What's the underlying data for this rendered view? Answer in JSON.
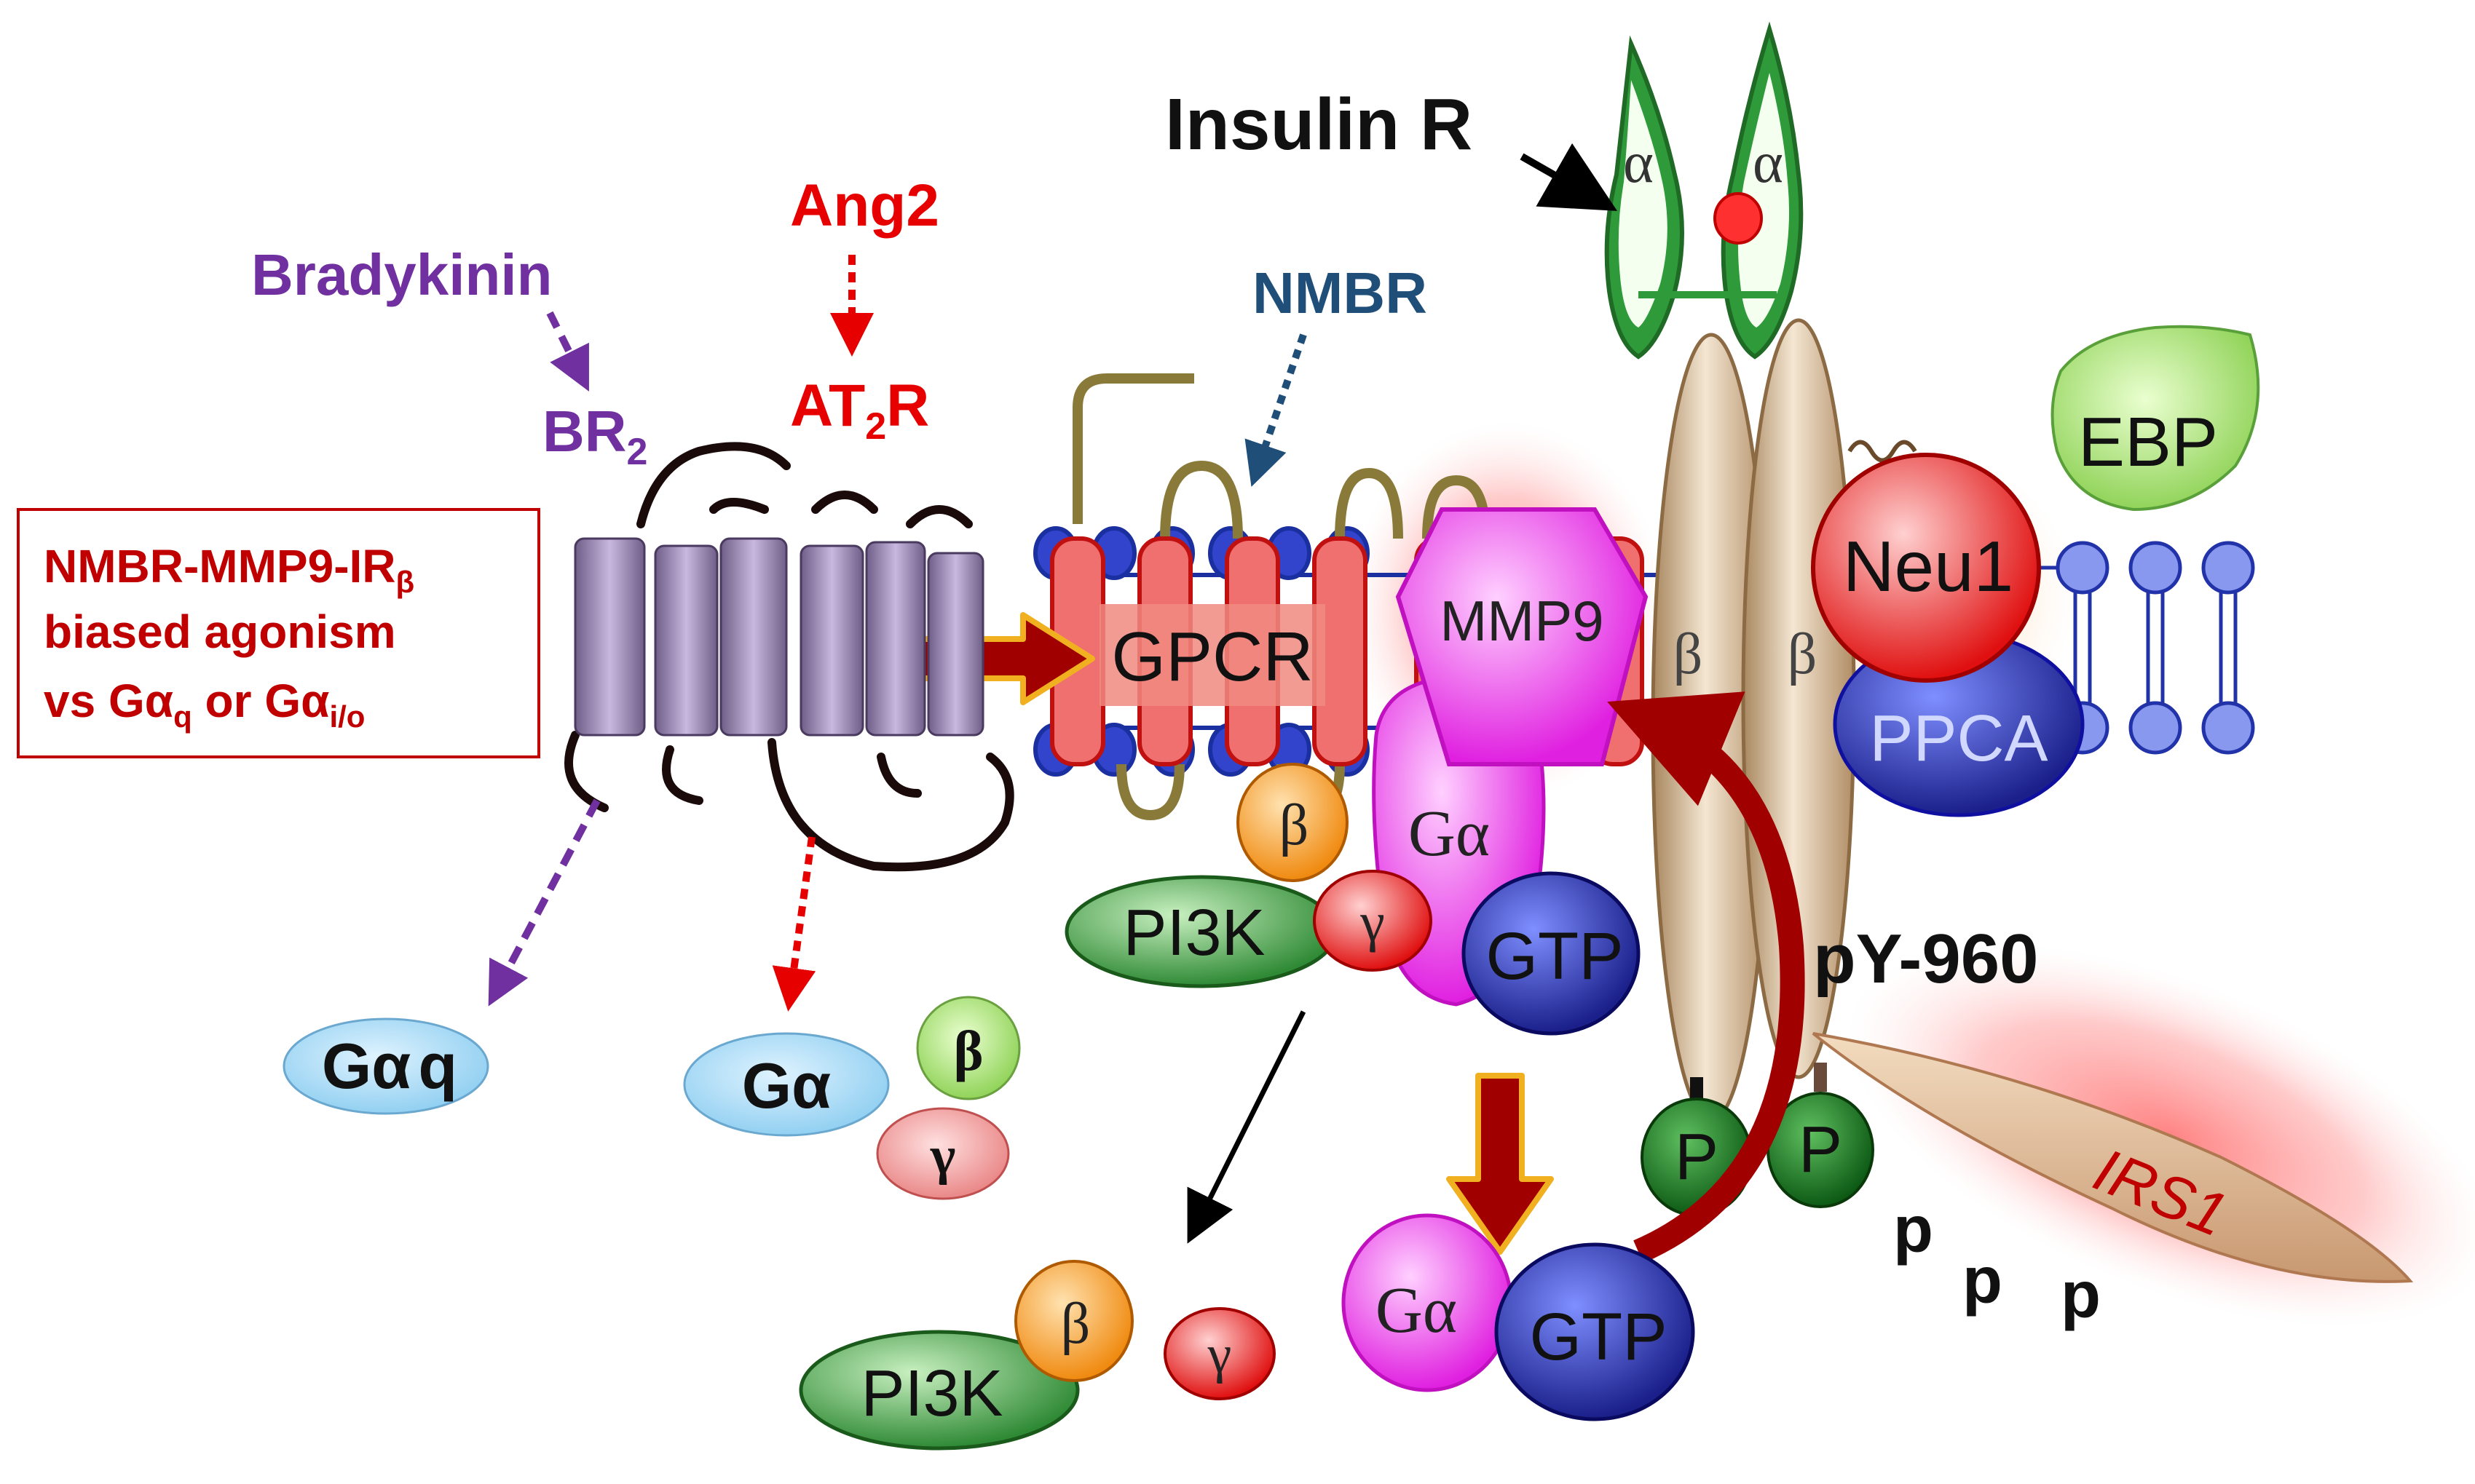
{
  "labels": {
    "insulin_r": "Insulin R",
    "ang2": "Ang2",
    "at2r_main": "AT",
    "at2r_sub": "2",
    "at2r_tail": "R",
    "bradykinin": "Bradykinin",
    "br2_main": "BR",
    "br2_sub": "2",
    "nmbr": "NMBR",
    "gpcr": "GPCR",
    "mmp9": "MMP9",
    "neu1": "Neu1",
    "ebp": "EBP",
    "ppca": "PPCA",
    "alpha": "α",
    "beta": "β",
    "gamma": "γ",
    "g_alpha": "Gα",
    "gtp": "GTP",
    "pi3k": "PI3K",
    "g_alpha_q_main": "Gα",
    "g_alpha_q_tail": "q",
    "py960": "pY-960",
    "p_big": "P",
    "p_small": "p",
    "irs1": "IRS1"
  },
  "box": {
    "line1_main": "NMBR-MMP9-IR",
    "line1_sub": "β",
    "line2": "biased agonism",
    "line3_a": "vs Gα",
    "line3_sub_q": "q",
    "line3_b": " or Gα",
    "line3_sub_io": "i/o"
  },
  "colors": {
    "red_text": "#c00000",
    "ang2_red": "#e60000",
    "purple": "#7030a0",
    "nmbr_blue": "#1f4e79",
    "big_arrow": "#a00000",
    "big_arrow_border": "#f0b020"
  }
}
